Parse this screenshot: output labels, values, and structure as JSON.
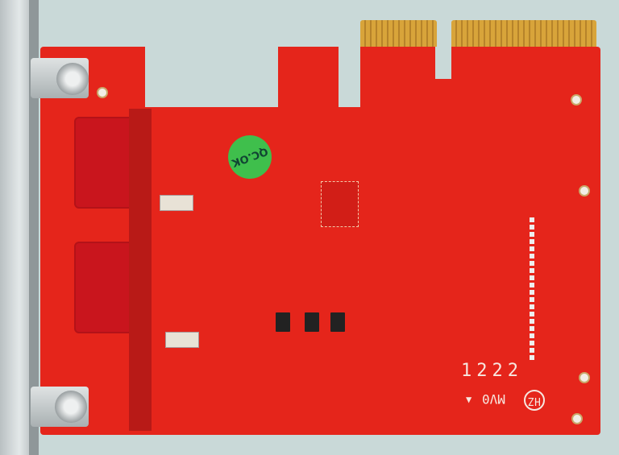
{
  "sticker": {
    "text": "QC.OK",
    "color": "#3fbf4c"
  },
  "silkscreen": {
    "date_code": "1222",
    "marking": "MV0",
    "logo": "HZ"
  },
  "colors": {
    "board": "#e5251b",
    "gold_fingers": "#d8a43a",
    "background": "#c9d9d8"
  }
}
